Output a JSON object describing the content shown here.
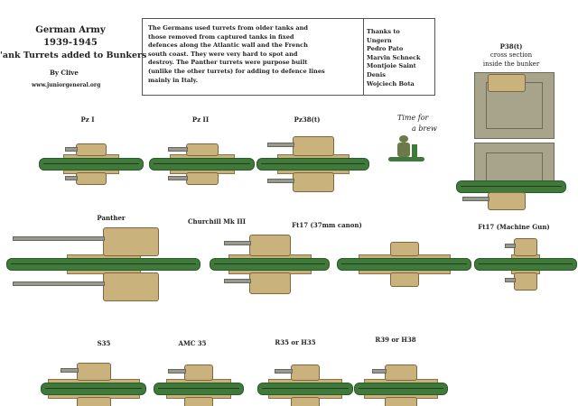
{
  "header": {
    "army": "German Army",
    "years": "1939-1945",
    "subtitle": "'ank Turrets added to Bunkers",
    "author": "By Clive",
    "website": "www.juniorgeneral.org"
  },
  "description": "The Germans used turrets from older tanks and those removed from captured tanks in fixed defences along the Atlantic wall and the French south coast. They were very hard to spot and destroy. The Panther turrets were purpose built (unlike the other turrets) for adding to defence lines mainly in Italy.",
  "thanks": {
    "title": "Thanks to",
    "names": [
      "Ungern",
      "Pedro Pato",
      "Marvin Schneck",
      "Montjoie Saint Denis",
      "Wojciech Bota"
    ]
  },
  "bunker_label": [
    "P38(t)",
    "cross section",
    "inside the bunker"
  ],
  "brew_caption": [
    "Time for",
    "a brew"
  ],
  "models": [
    "Pz I",
    "Pz II",
    "Pz38(t)",
    "Panther",
    "Churchill Mk III",
    "Ft17 (37mm canon)",
    "Ft17 (Machine Gun)",
    "S35",
    "AMC 35",
    "R35 or H35",
    "R39 or H38"
  ],
  "colors": {
    "green": "#3f7a3a",
    "tan": "#c9b27c",
    "concrete": "#a8a48c"
  }
}
